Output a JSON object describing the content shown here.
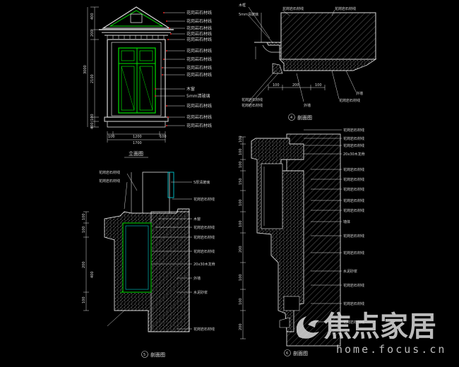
{
  "colors": {
    "background": "#000000",
    "green": "#00e000",
    "white": "#dcdcdc",
    "cyan": "#00c8d0",
    "gray": "#8a8a8a",
    "red": "#e02020"
  },
  "elevation": {
    "title": "立面图",
    "labels": [
      "花岗岩石材线",
      "花岗岩石材线",
      "花岗岩石材线",
      "花岗岩石材线",
      "花岗岩石材线",
      "花岗岩石材线",
      "花岗岩石材线",
      "花岗岩石材线",
      "花岗岩石材线",
      "木窗",
      "5mm清玻璃",
      "花岗岩石材线",
      "花岗岩石材线",
      "花岗岩石材线"
    ],
    "dims_left": [
      "400",
      "200",
      "3000",
      "2100",
      "100",
      "400"
    ],
    "dims_bottom": [
      "100",
      "1200",
      "100",
      "1700"
    ]
  },
  "section_a": {
    "labels_top": [
      "木框",
      "5mm清玻璃",
      "花岗岩石材线",
      "花岗岩石材线"
    ],
    "labels_bottom": [
      "花岗岩石材线",
      "花岗岩石材线",
      "外墙",
      "花岗岩石材线",
      "外墙"
    ],
    "dims": [
      "100",
      "200",
      "100"
    ],
    "marker": "4",
    "title": "剖面图"
  },
  "section_b": {
    "labels_left": [
      "花岗岩石材线",
      "花岗岩石材线"
    ],
    "labels_right": [
      "5厚清玻璃",
      "花岗岩石材线",
      "木窗",
      "花岗岩石材线",
      "花岗岩石材线",
      "花岗岩石材线",
      "20x30木龙骨",
      "外墙",
      "水泥砂浆",
      "花岗岩石材线"
    ],
    "dims": [
      "100",
      "100",
      "200",
      "100",
      "400"
    ],
    "marker": "5",
    "title": "剖面图"
  },
  "section_c": {
    "labels": [
      "花岗岩石材线",
      "花岗岩石材线",
      "花岗岩石材线",
      "20x30木龙骨",
      "花岗岩石材线",
      "花岗岩石材线",
      "花岗岩石材线",
      "花岗岩石材线",
      "花岗岩石材线",
      "墙体",
      "花岗岩石材线",
      "花岗岩石材线",
      "水泥砂浆",
      "花岗岩石材线",
      "花岗岩石材线",
      "花岗岩石材线"
    ],
    "dims": [
      "100",
      "100",
      "100",
      "150",
      "100",
      "100",
      "200",
      "100",
      "100",
      "200"
    ],
    "marker": "6",
    "title": "剖面图"
  },
  "watermark": {
    "brand": "焦点家居",
    "url": "home.focus.cn"
  }
}
